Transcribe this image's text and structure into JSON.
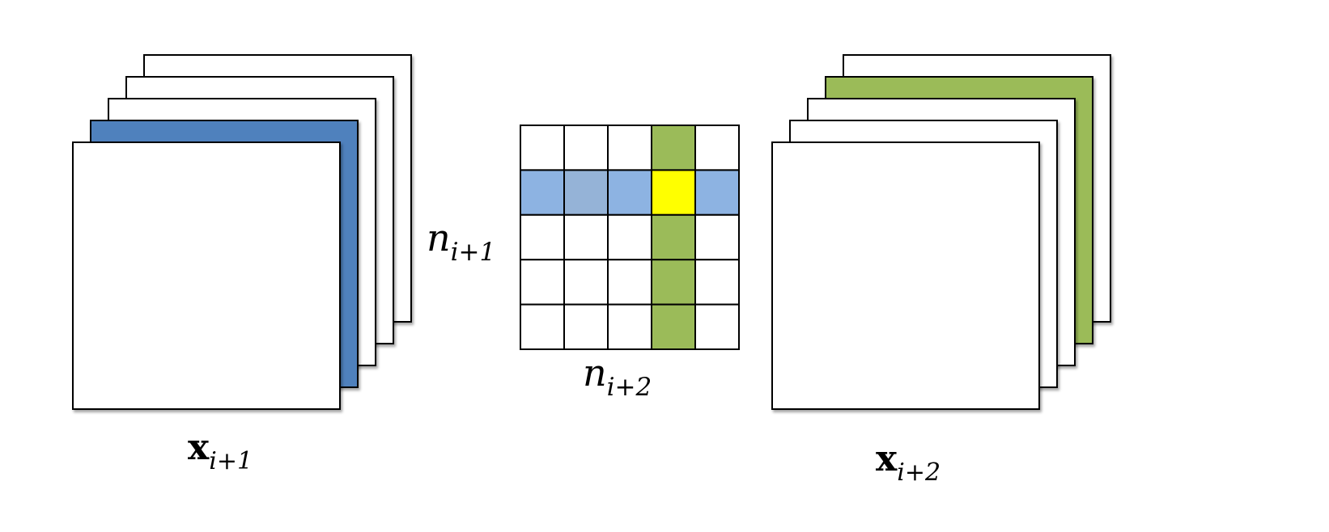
{
  "left_stack": {
    "label_main": "x",
    "label_sub": "i+1",
    "layers": [
      {
        "fill": "#ffffff"
      },
      {
        "fill": "#ffffff"
      },
      {
        "fill": "#ffffff"
      },
      {
        "fill": "#4f81bd"
      },
      {
        "fill": "#ffffff"
      }
    ]
  },
  "right_stack": {
    "label_main": "x",
    "label_sub": "i+2",
    "layers": [
      {
        "fill": "#ffffff"
      },
      {
        "fill": "#9bbb59"
      },
      {
        "fill": "#ffffff"
      },
      {
        "fill": "#ffffff"
      },
      {
        "fill": "#ffffff"
      }
    ]
  },
  "matrix": {
    "rows": 5,
    "cols": 5,
    "row_label_main": "n",
    "row_label_sub": "i+1",
    "col_label_main": "n",
    "col_label_sub": "i+2",
    "cell_colors": [
      [
        "#ffffff",
        "#ffffff",
        "#ffffff",
        "#9bbb59",
        "#ffffff"
      ],
      [
        "#8db3e2",
        "#95b3d7",
        "#8db3e2",
        "#ffff00",
        "#8db3e2"
      ],
      [
        "#ffffff",
        "#ffffff",
        "#ffffff",
        "#9bbb59",
        "#ffffff"
      ],
      [
        "#ffffff",
        "#ffffff",
        "#ffffff",
        "#9bbb59",
        "#ffffff"
      ],
      [
        "#ffffff",
        "#ffffff",
        "#ffffff",
        "#9bbb59",
        "#ffffff"
      ]
    ]
  },
  "colors": {
    "blue_channel": "#4f81bd",
    "light_blue_row": "#8db3e2",
    "green_column": "#9bbb59",
    "intersection": "#ffff00",
    "outline": "#000000"
  }
}
